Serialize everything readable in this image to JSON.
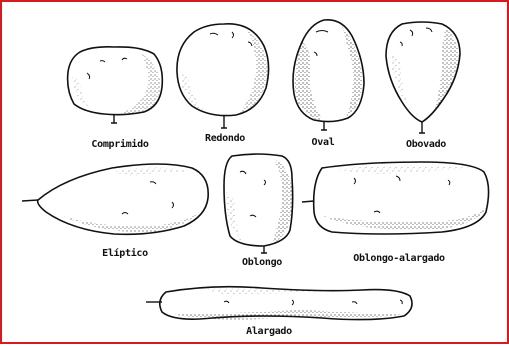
{
  "figure": {
    "border_color": "#d71920",
    "stroke_color": "#111111",
    "fill_color": "#ffffff",
    "shapes": [
      {
        "key": "comprimido",
        "label": "Comprimido"
      },
      {
        "key": "redondo",
        "label": "Redondo"
      },
      {
        "key": "oval",
        "label": "Oval"
      },
      {
        "key": "obovado",
        "label": "Obovado"
      },
      {
        "key": "eliptico",
        "label": "Elíptico"
      },
      {
        "key": "oblongo",
        "label": "Oblongo"
      },
      {
        "key": "oblongo_alargado",
        "label": "Oblongo-alargado"
      },
      {
        "key": "alargado",
        "label": "Alargado"
      }
    ]
  }
}
